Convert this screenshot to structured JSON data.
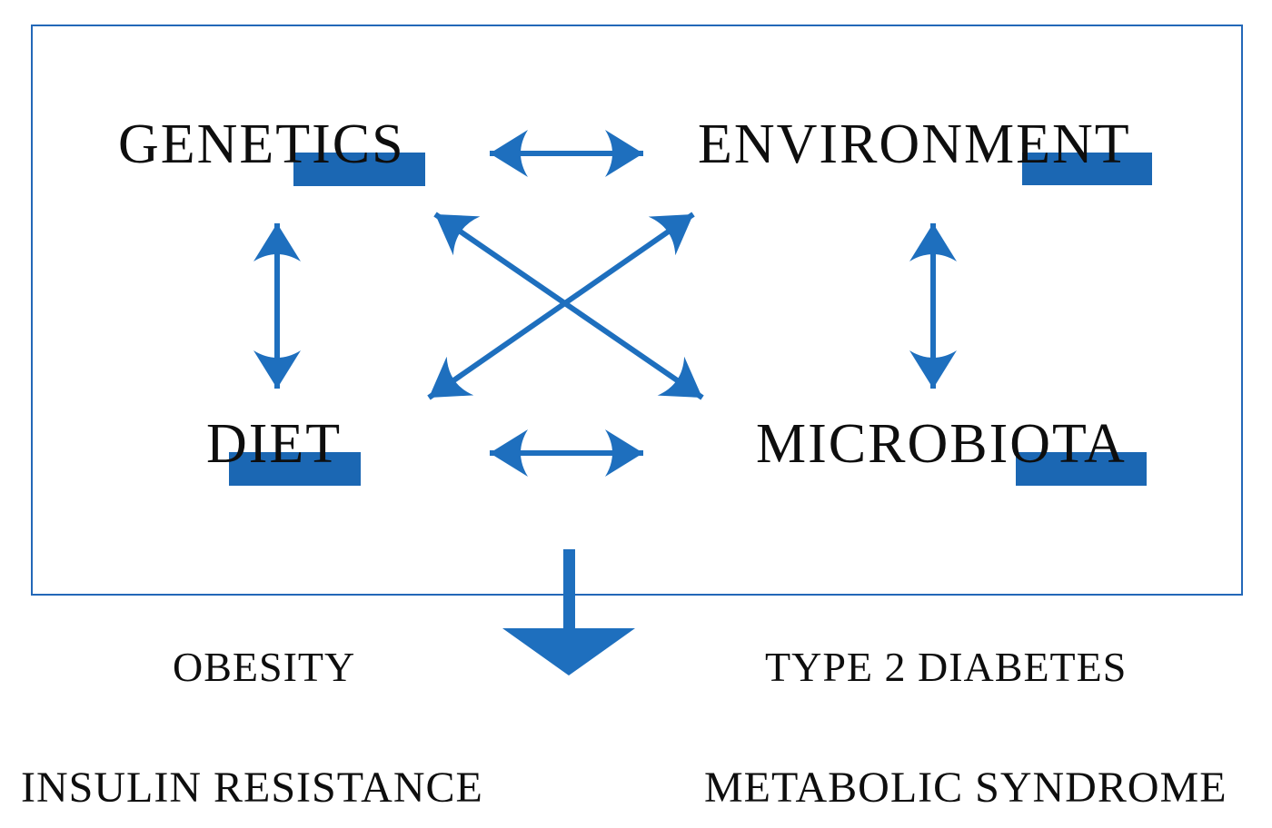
{
  "diagram": {
    "nodes": {
      "genetics": "GENETICS",
      "environment": "ENVIRONMENT",
      "diet": "DIET",
      "microbiota": "MICROBIOTA"
    },
    "outcomes": {
      "obesity": "OBESITY",
      "type2_diabetes": "TYPE 2 DIABETES",
      "insulin_resistance": "INSULIN RESISTANCE",
      "metabolic_syndrome": "METABOLIC SYNDROME"
    },
    "connections": [
      "GENETICS <-> ENVIRONMENT",
      "GENETICS <-> DIET",
      "ENVIRONMENT <-> MICROBIOTA",
      "DIET <-> MICROBIOTA",
      "GENETICS <-> MICROBIOTA",
      "DIET <-> ENVIRONMENT",
      "BOX -> OUTCOMES"
    ],
    "colors": {
      "arrow_blue": "#1E6FBE",
      "highlight_blue": "#1B67B3",
      "frame_blue": "#2368B8",
      "text_black": "#0e0e0e",
      "background": "#ffffff"
    }
  }
}
